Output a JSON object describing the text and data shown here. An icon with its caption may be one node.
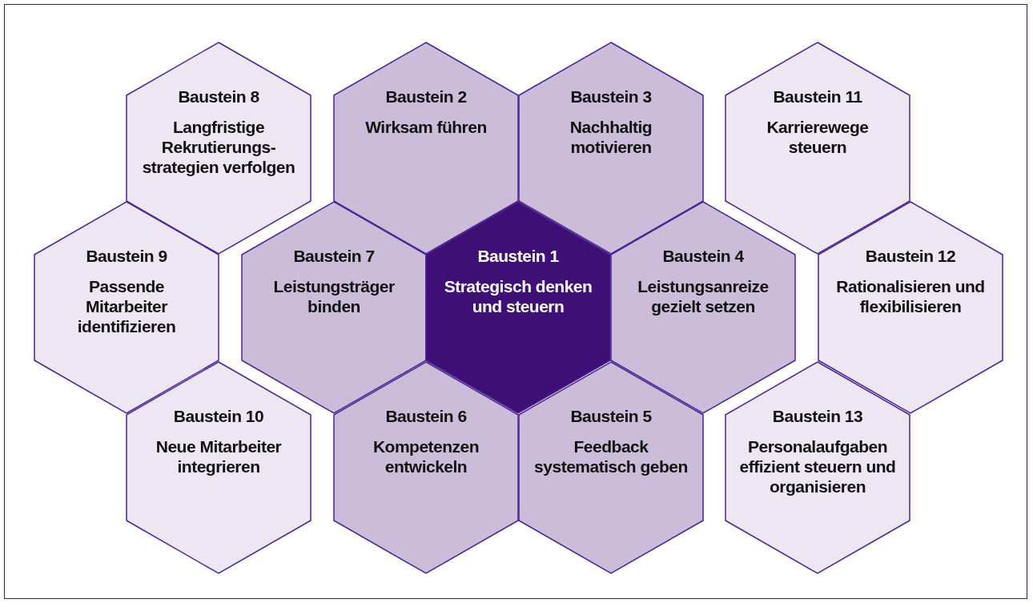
{
  "diagram": {
    "nodes": [
      {
        "text": [
          "Baustein 8",
          "Langfristige Rekrutierungs-strategien verfolgen"
        ]
      },
      {
        "text": [
          "Baustein 2",
          "Wirksam führen"
        ]
      },
      {
        "text": [
          "Baustein 3",
          "Nachhaltig motivieren"
        ]
      },
      {
        "text": [
          "Baustein 11",
          "Karrierewege steuern"
        ]
      },
      {
        "text": [
          "Baustein 9",
          "Passende Mitarbeiter identifizieren"
        ]
      },
      {
        "text": [
          "Baustein 7",
          "Leistungsträger binden"
        ]
      },
      {
        "text": [
          "Baustein 1",
          "Strategisch denken und steuern"
        ]
      },
      {
        "text": [
          "Baustein 4",
          "Leistungsanreize gezielt setzen"
        ]
      },
      {
        "text": [
          "Baustein 12",
          "Rationalisieren und flexibilisieren"
        ]
      },
      {
        "text": [
          "Baustein 10",
          "Neue Mitarbeiter integrieren"
        ]
      },
      {
        "text": [
          "Baustein 6",
          "Kompetenzen entwickeln"
        ]
      },
      {
        "text": [
          "Baustein 5",
          "Feedback systematisch geben"
        ]
      },
      {
        "text": [
          "Baustein 13",
          "Personalaufgaben effizient steuern und organisieren"
        ]
      }
    ]
  }
}
